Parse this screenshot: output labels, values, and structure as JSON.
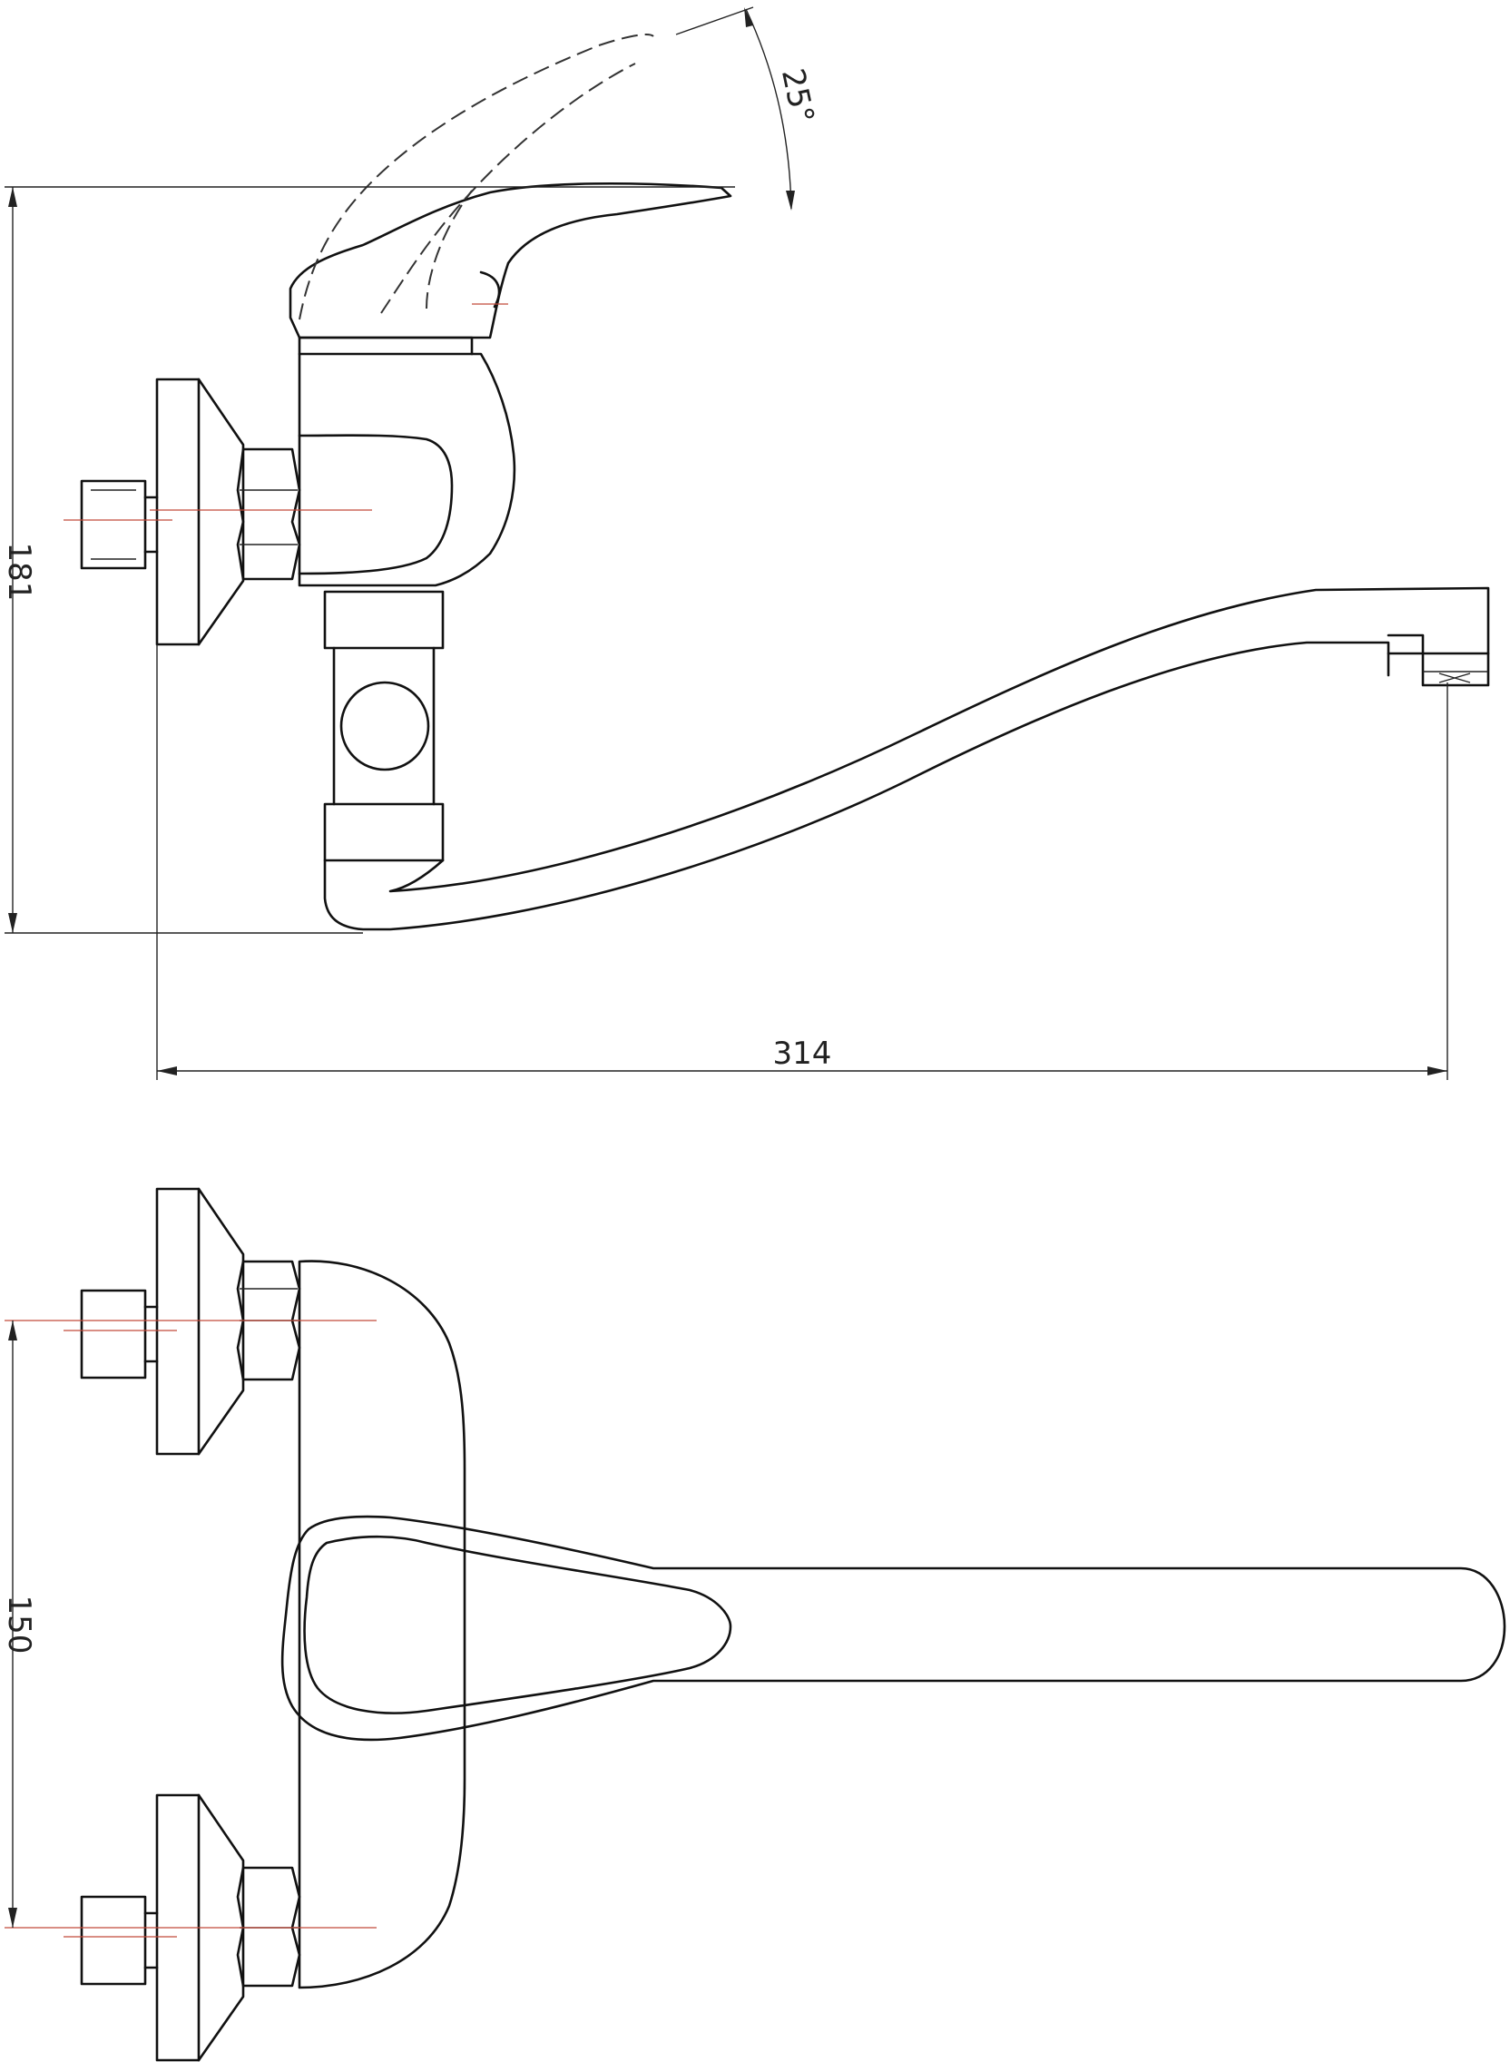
{
  "dimensions": {
    "height_total": "181",
    "length_total": "314",
    "lever_angle": "25°",
    "inlet_spacing": "150"
  },
  "colors": {
    "line": "#111111",
    "centerline": "#c24a3a",
    "background": "#ffffff"
  }
}
